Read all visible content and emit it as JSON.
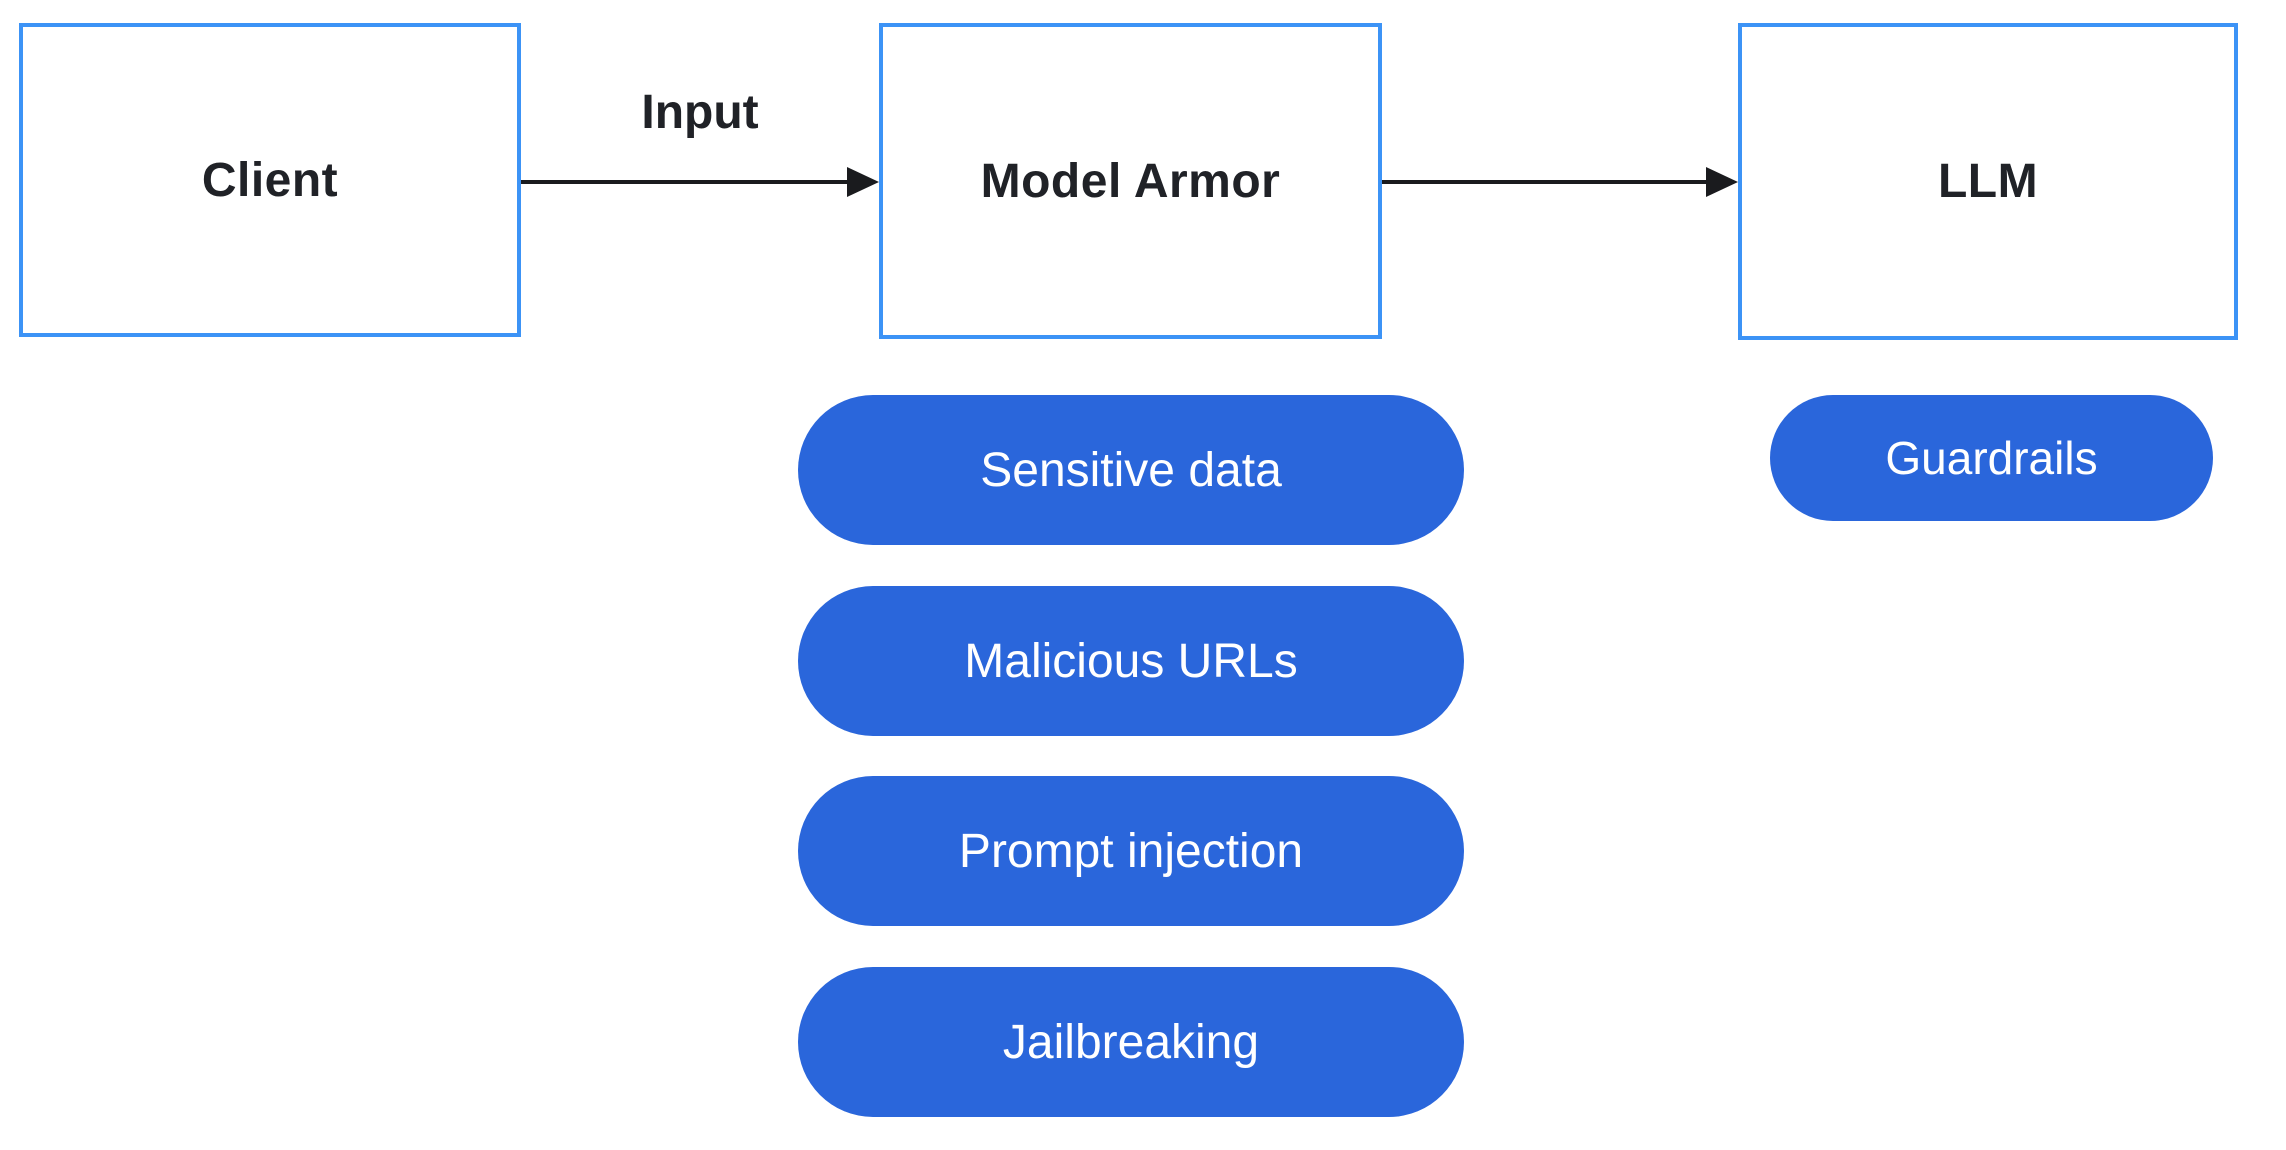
{
  "diagram": {
    "nodes": {
      "client": {
        "label": "Client"
      },
      "model_armor": {
        "label": "Model Armor"
      },
      "llm": {
        "label": "LLM"
      }
    },
    "edges": {
      "client_to_model_armor": {
        "label": "Input"
      },
      "model_armor_to_llm": {
        "label": ""
      }
    },
    "model_armor_filters": {
      "items": [
        "Sensitive data",
        "Malicious URLs",
        "Prompt injection",
        "Jailbreaking"
      ]
    },
    "llm_tags": {
      "items": [
        "Guardrails"
      ]
    }
  },
  "colors": {
    "node_border": "#3c93f6",
    "node_background": "#ffffff",
    "node_label": "#202227",
    "pill_background": "#2a66db",
    "pill_label": "#ffffff",
    "arrow": "#1a1b1e",
    "edge_label": "#202227",
    "background": "#ffffff"
  }
}
